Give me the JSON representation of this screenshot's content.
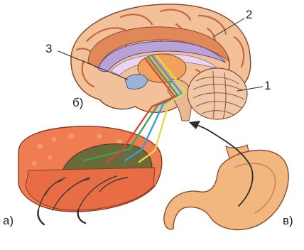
{
  "labels": {
    "cerebellum_number": "1",
    "cortex_number": "2",
    "hypothalamus_number": "3",
    "brain_letter": "б)",
    "tongue_letter": "а)",
    "stomach_letter": "в)"
  },
  "colors": {
    "background": "#ffffff",
    "brain_outer": "#f2c19a",
    "brain_gyri": "#e0885a",
    "corpus_callosum": "#b8a2d6",
    "ventricle": "#e8d6ef",
    "thalamus": "#f1a25c",
    "cerebellum": "#efc7a9",
    "brainstem": "#e9b994",
    "tongue": "#f07c52",
    "stomach": "#f2b77e",
    "pathway_blue": "#3a9bd7",
    "pathway_green": "#3aa35a",
    "pathway_yellow": "#e8d84a",
    "pathway_red": "#d9473a"
  }
}
